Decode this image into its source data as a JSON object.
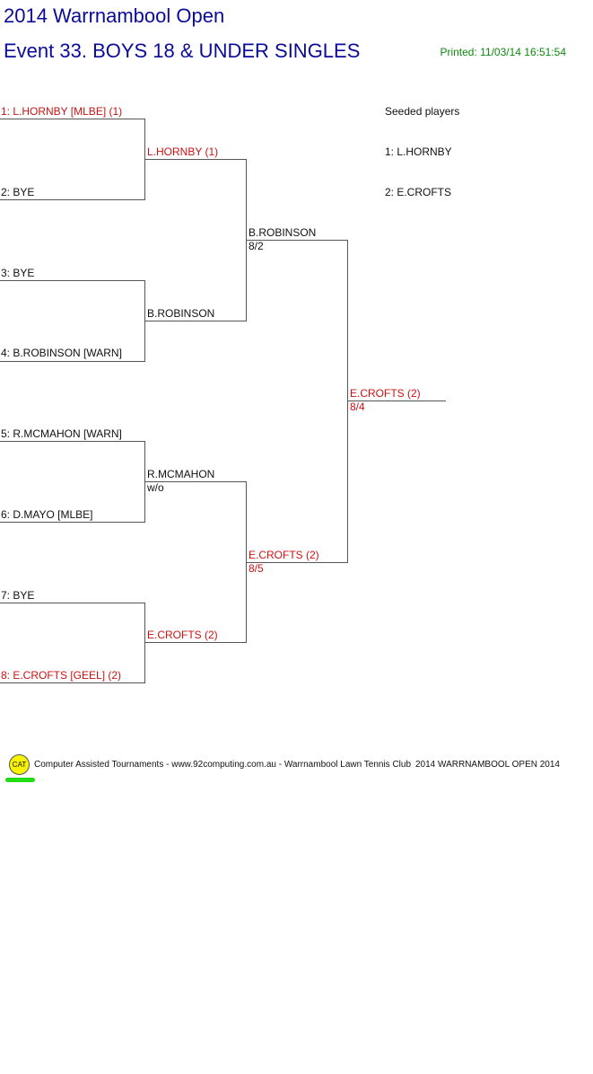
{
  "header": {
    "tournament_title": "2014 Warrnambool Open",
    "event_title": "Event 33. BOYS 18 & UNDER SINGLES",
    "printed": "Printed: 11/03/14 16:51:54"
  },
  "draw": {
    "round1": [
      "1: L.HORNBY [MLBE] (1)",
      "2: BYE",
      "3: BYE",
      "4: B.ROBINSON [WARN]",
      "5: R.MCMAHON [WARN]",
      "6: D.MAYO [MLBE]",
      "7: BYE",
      "8: E.CROFTS [GEEL] (2)"
    ],
    "round2": [
      {
        "name": "L.HORNBY (1)",
        "score": ""
      },
      {
        "name": "B.ROBINSON",
        "score": ""
      },
      {
        "name": "R.MCMAHON",
        "score": "w/o"
      },
      {
        "name": "E.CROFTS (2)",
        "score": ""
      }
    ],
    "semifinal": [
      {
        "name": "B.ROBINSON",
        "score": "8/2"
      },
      {
        "name": "E.CROFTS (2)",
        "score": "8/5"
      }
    ],
    "final": {
      "name": "E.CROFTS (2)",
      "score": "8/4"
    }
  },
  "seeds": {
    "heading": "Seeded players",
    "items": [
      "1: L.HORNBY",
      "2: E.CROFTS"
    ]
  },
  "footer": {
    "logo_text": "CAT",
    "credit": "Computer Assisted Tournaments - www.92computing.com.au -  Warrnambool Lawn Tennis Club",
    "event_name": "2014 WARRNAMBOOL OPEN 2014"
  },
  "colors": {
    "title": "#0b0b99",
    "printed": "#0d8a0d",
    "seeded_player": "#cc1111",
    "text": "#111111"
  }
}
